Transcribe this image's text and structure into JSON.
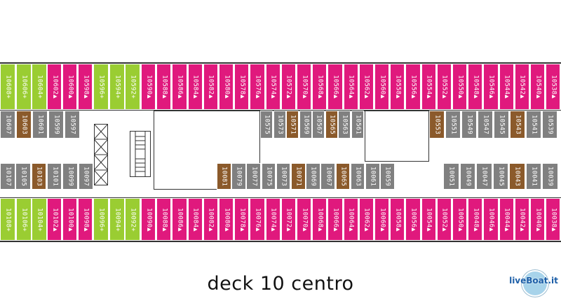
{
  "title": "deck 10 centro",
  "logo_text": "liveBoat.it",
  "colors": {
    "suite": "#e0197d",
    "balcony": "#9acd32",
    "inside": "#808080",
    "accessible": "#8b5a2b",
    "hull": "#333333"
  },
  "rows": {
    "top_balcony_lime": [
      "10608+",
      "10606+",
      "10604+",
      "10596+",
      "10594+",
      "10592+"
    ],
    "top_balcony_magenta": [
      "10602▲",
      "10600▲",
      "10598▲",
      "10590▲",
      "10588▲",
      "10586▲",
      "10584▲",
      "10582▲",
      "10580▲",
      "10578▲",
      "10576▲",
      "10574▲",
      "10572▲",
      "10570▲",
      "10568▲",
      "10566▲",
      "10564▲",
      "10562▲",
      "10560▲",
      "10558▲",
      "10556▲",
      "10554▲",
      "10552▲",
      "10550▲",
      "10548▲",
      "10546▲",
      "10544▲",
      "10542▲",
      "10540▲",
      "10538▲"
    ],
    "inside_upper_left": [
      "10607",
      "10603",
      "10601",
      "10599",
      "10597"
    ],
    "inside_upper_mid": [
      "10575",
      "10573",
      "10571",
      "10569",
      "10567",
      "10565",
      "10563",
      "10561"
    ],
    "inside_upper_right": [
      "10553",
      "10551",
      "10549",
      "10547",
      "10545",
      "10543",
      "10541",
      "10539"
    ],
    "inside_lower_left": [
      "10107",
      "10105",
      "10103",
      "10101",
      "10099",
      "10097"
    ],
    "inside_lower_mid": [
      "10081",
      "10079",
      "10077",
      "10075",
      "10073",
      "10071",
      "10069",
      "10067",
      "10065",
      "10063",
      "10061",
      "10059"
    ],
    "inside_lower_right": [
      "10051",
      "10049",
      "10047",
      "10045",
      "10043",
      "10041",
      "10039"
    ],
    "bottom_balcony_lime": [
      "10108+",
      "10106+",
      "10104+",
      "10096+",
      "10094+",
      "10092+"
    ],
    "bottom_balcony_magenta": [
      "10102▲",
      "10100▲",
      "10098▲",
      "10090▲",
      "10088▲",
      "10086▲",
      "10084▲",
      "10082▲",
      "10080▲",
      "10078▲",
      "10076▲",
      "10074▲",
      "10072▲",
      "10070▲",
      "10068▲",
      "10066▲",
      "10064▲",
      "10062▲",
      "10060▲",
      "10058▲",
      "10056▲",
      "10054▲",
      "10052▲",
      "10050▲",
      "10048▲",
      "10046▲",
      "10044▲",
      "10042▲",
      "10040▲",
      "10038▲"
    ]
  },
  "accessible_cabins": [
    "10603",
    "10571",
    "10565",
    "10553",
    "10543",
    "10103",
    "10081",
    "10071",
    "10065",
    "10043"
  ]
}
